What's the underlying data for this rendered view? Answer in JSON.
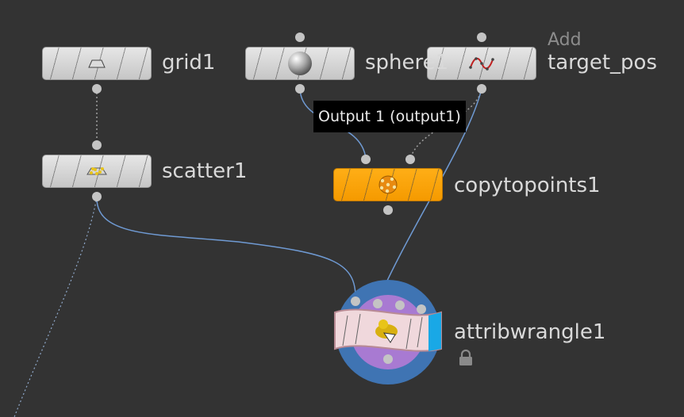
{
  "nodes": {
    "grid": {
      "name": "grid1",
      "icon": "grid-icon"
    },
    "sphere": {
      "name": "sphere1",
      "icon": "sphere-icon"
    },
    "target": {
      "name": "target_pos",
      "icon": "curve-icon",
      "pre_label": "Add"
    },
    "scatter": {
      "name": "scatter1",
      "icon": "scatter-icon"
    },
    "copy": {
      "name": "copytopoints1",
      "icon": "copy-points-icon",
      "color": "#ffa70e"
    },
    "wrangle": {
      "name": "attribwrangle1",
      "icon": "wrangle-icon",
      "locked_icon": "lock-icon"
    }
  },
  "tooltip": {
    "text": "Output 1 (output1)"
  },
  "colors": {
    "background": "#333333",
    "wire_selected": "#6f9ad3",
    "wire_dotted": "#a0a0a0",
    "wrangle_ring_outer": "#3f74b3",
    "wrangle_ring_inner": "#a87ad2"
  }
}
